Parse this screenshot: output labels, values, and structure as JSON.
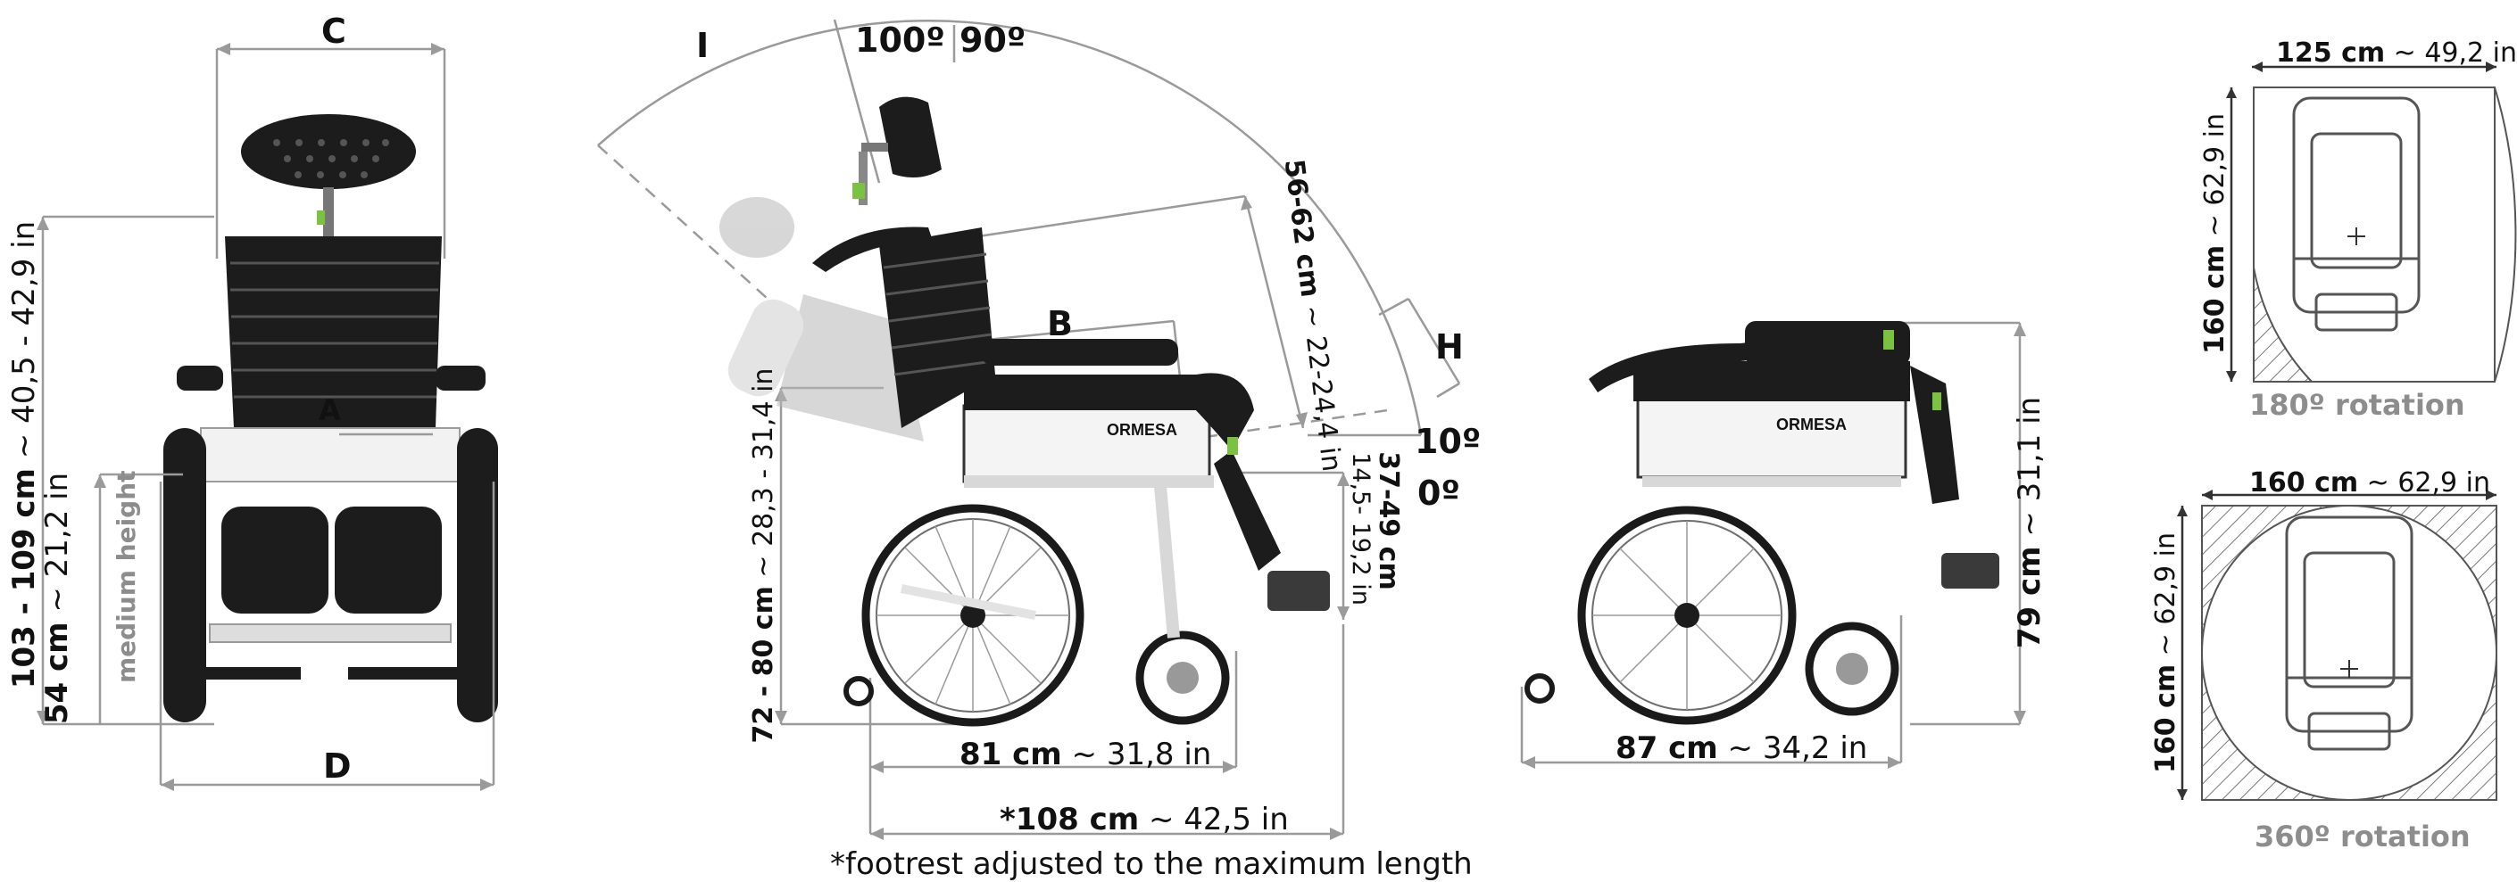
{
  "front_view": {
    "label_c": "C",
    "label_a": "A",
    "label_d": "D",
    "height_bold": "103 - 109 cm",
    "height_rest": " ~ 40,5 - 42,9 in",
    "seat_bold": "54 cm",
    "seat_rest": " ~ 21,2 in",
    "seat_note": "medium height"
  },
  "side_view": {
    "label_i": "I",
    "angle_100": "100º",
    "angle_90": "90º",
    "label_b": "B",
    "label_h": "H",
    "angle_10": "10º",
    "angle_0": "0º",
    "back_bold": "56-62 cm",
    "back_rest": " ~ 22-24,4 in",
    "leg_bold": "37-49 cm",
    "leg_rest": "14,5- 19,2 in",
    "arm_bold": "72 - 80 cm",
    "arm_rest": " ~ 28,3 - 31,4 in",
    "length_bold": "81 cm",
    "length_rest": " ~ 31,8 in",
    "total_bold": "*108 cm",
    "total_rest": " ~ 42,5 in",
    "footnote": "*footrest adjusted to the maximum length",
    "brand": "ORMESA"
  },
  "folded_view": {
    "length_bold": "87 cm",
    "length_rest": " ~ 34,2 in",
    "height_bold": "79 cm",
    "height_rest": " ~ 31,1 in",
    "brand": "ORMESA"
  },
  "rotation_180": {
    "width_bold": "125 cm",
    "width_rest": " ~ 49,2 in",
    "depth_bold": "160 cm",
    "depth_rest": " ~ 62,9 in",
    "caption": "180º rotation"
  },
  "rotation_360": {
    "width_bold": "160 cm",
    "width_rest": " ~ 62,9 in",
    "depth_bold": "160 cm",
    "depth_rest": " ~ 62,9 in",
    "caption": "360º rotation"
  }
}
